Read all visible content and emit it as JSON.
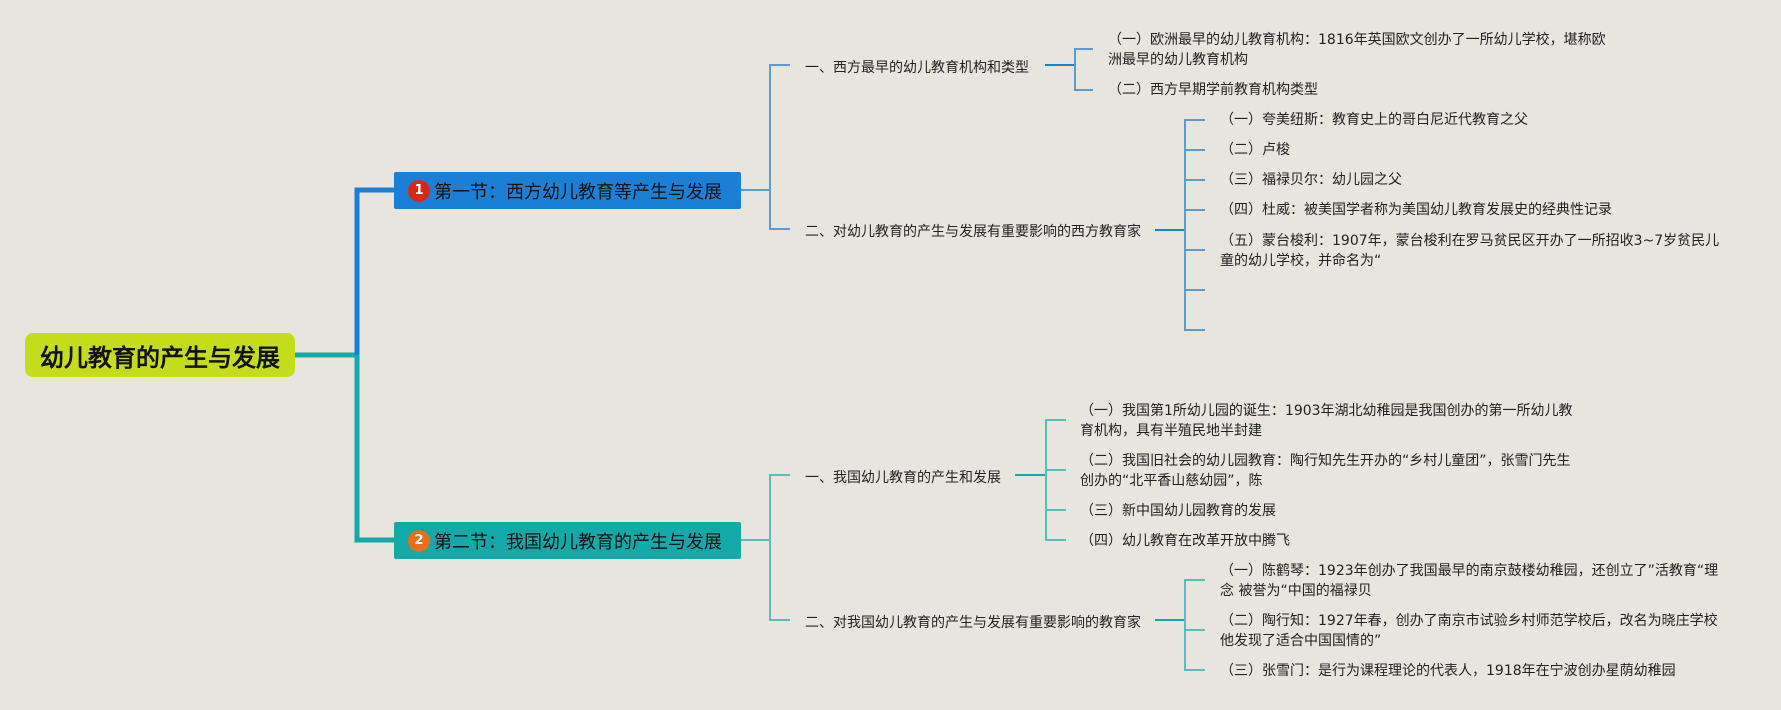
{
  "colors": {
    "background": "#e8e5de",
    "root": "#c3dd1d",
    "section1": "#1c7fd6",
    "section2": "#12a9a8",
    "badge1": "#d62a16",
    "badge2": "#e8701c",
    "line1": "#5b9bd0",
    "line2": "#5cbcbc"
  },
  "root": {
    "title": "幼儿教育的产生与发展"
  },
  "sections": [
    {
      "badge": "1",
      "title": "第一节：西方幼儿教育等产生与发展",
      "topics": [
        {
          "title": "一、西方最早的幼儿教育机构和类型",
          "items": [
            "（一）欧洲最早的幼儿教育机构：1816年英国欧文创办了一所幼儿学校，堪称欧洲最早的幼儿教育机构",
            "（二）西方早期学前教育机构类型"
          ]
        },
        {
          "title": "二、对幼儿教育的产生与发展有重要影响的西方教育家",
          "items": [
            "（一）夸美纽斯：教育史上的哥白尼近代教育之父",
            "（二）卢梭",
            "（三）福禄贝尔：幼儿园之父",
            "（四）杜威：被美国学者称为美国幼儿教育发展史的经典性记录",
            "（五）蒙台梭利：1907年，蒙台梭利在罗马贫民区开办了一所招收3~7岁贫民儿童的幼儿学校，并命名为“",
            "",
            ""
          ]
        }
      ]
    },
    {
      "badge": "2",
      "title": "第二节：我国幼儿教育的产生与发展",
      "topics": [
        {
          "title": "一、我国幼儿教育的产生和发展",
          "items": [
            "（一）我国第1所幼儿园的诞生：1903年湖北幼稚园是我国创办的第一所幼儿教育机构，具有半殖民地半封建",
            "（二）我国旧社会的幼儿园教育：陶行知先生开办的“乡村儿童团”，张雪门先生创办的“北平香山慈幼园”，陈",
            "（三）新中国幼儿园教育的发展",
            "（四）幼儿教育在改革开放中腾飞"
          ]
        },
        {
          "title": "二、对我国幼儿教育的产生与发展有重要影响的教育家",
          "items": [
            "（一）陈鹤琴：1923年创办了我国最早的南京鼓楼幼稚园，还创立了”活教育“理念 被誉为“中国的福禄贝",
            "（二）陶行知：1927年春，创办了南京市试验乡村师范学校后，改名为晓庄学校他发现了适合中国国情的”",
            "（三）张雪门：是行为课程理论的代表人，1918年在宁波创办星荫幼稚园"
          ]
        }
      ]
    }
  ]
}
